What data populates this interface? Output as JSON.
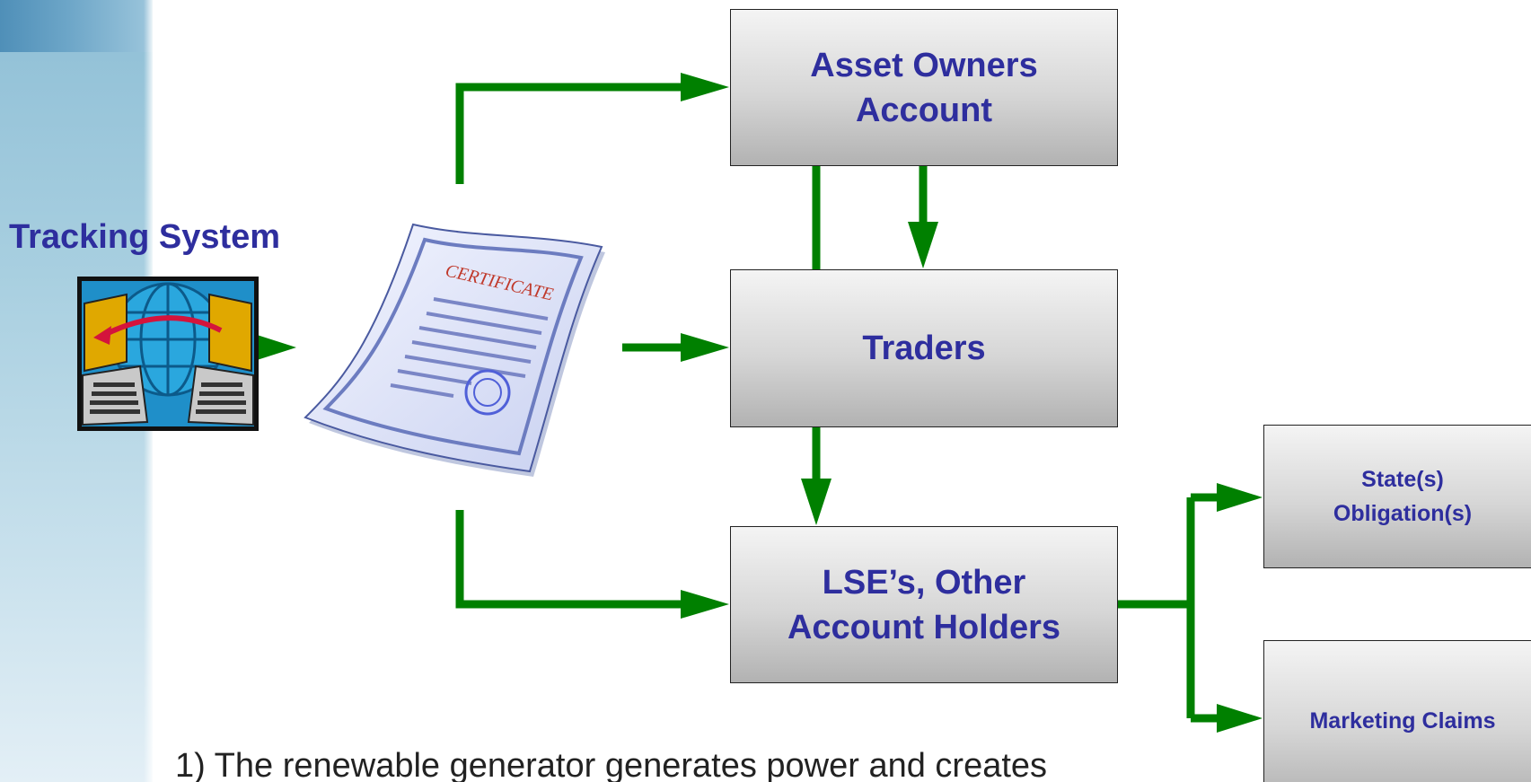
{
  "diagram": {
    "tracking_system_label": "Tracking System",
    "certificate_text": "CERTIFICATE",
    "nodes": {
      "asset_owners": "Asset Owners\nAccount",
      "traders": "Traders",
      "lse": "LSE’s, Other\nAccount Holders",
      "state_obligations": "State(s)\nObligation(s)",
      "marketing_claims": "Marketing Claims"
    },
    "footnote": "1) The renewable generator generates power and creates"
  },
  "colors": {
    "arrow": "#008000",
    "label_text": "#2e2e9e",
    "box_top": "#f4f4f4",
    "box_bottom": "#b2b2b2"
  },
  "icons": {
    "tracking_system": "networked-computers-icon",
    "certificate": "certificate-document-icon"
  }
}
